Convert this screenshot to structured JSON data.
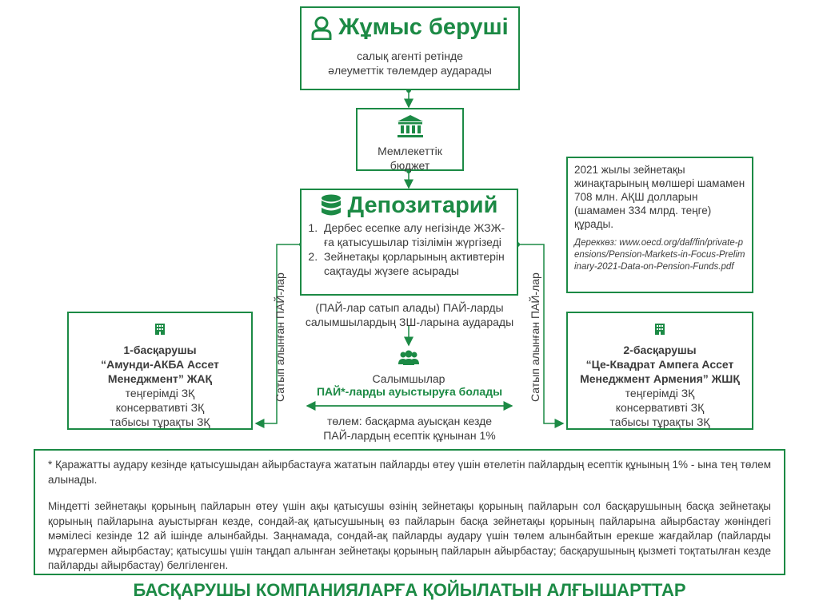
{
  "employer": {
    "title": "Жұмыс беруші",
    "line1": "салық агенті ретінде",
    "line2": "әлеуметтік төлемдер аударады"
  },
  "budget": {
    "line1": "Мемлекеттік",
    "line2": "бюджет"
  },
  "depository": {
    "title": "Депозитарий",
    "items": [
      "Дербес есепке алу негізінде ЖЗЖ-ға қатысушылар тізілімін жүргізеді",
      "Зейнетақы қорларының активтерін сақтауды жүзеге асырады"
    ]
  },
  "info": {
    "text": "2021 жылы зейнетақы жинақтарының мөлшері шамамен 708 млн. АҚШ долларын (шамамен 334 млрд. теңге) құрады.",
    "source": "Дереккөз: www.oecd.org/daf/fin/private-pensions/Pension-Markets-in-Focus-Preliminary-2021-Data-on-Pension-Funds.pdf"
  },
  "transfer": {
    "line1": "(ПАЙ-лар сатып алады) ПАЙ-ларды",
    "line2": "салымшылардың ЗШ-ларына аударады"
  },
  "side_label_left": "Сатып алынған ПАЙ-лар",
  "side_label_right": "Сатып алынған ПАЙ-лар",
  "investors": {
    "label": "Салымшылар",
    "switch": "ПАЙ*-ларды ауыстыруға болады",
    "fee1": "төлем: басқарма ауысқан кезде",
    "fee2": "ПАЙ-лардың есептік құнынан 1%"
  },
  "manager1": {
    "title1": "1-басқарушы",
    "title2": "“Амунди-АКБА Ассет",
    "title3": "Менеджмент” ЖАҚ",
    "fund1": "теңгерімді ЗҚ",
    "fund2": "консервативті ЗҚ",
    "fund3": "табысы тұрақты ЗҚ"
  },
  "manager2": {
    "title1": "2-басқарушы",
    "title2": "“Це-Квадрат Ампега Ассет",
    "title3": "Менеджмент Армения” ЖШҚ",
    "fund1": "теңгерімді ЗҚ",
    "fund2": "консервативті ЗҚ",
    "fund3": "табысы тұрақты ЗҚ"
  },
  "footnote": {
    "p1": "* Қаражатты аудару кезінде қатысушыдан айырбастауға жататын пайларды өтеу үшін өтелетін пайлардың есептік құнының 1% - ына тең төлем алынады.",
    "p2": "Міндетті зейнетақы қорының пайларын өтеу үшін ақы қатысушы өзінің зейнетақы қорының пайларын сол басқарушының басқа зейнетақы қорының пайларына ауыстырған кезде, сондай-ақ қатысушының өз пайларын басқа зейнетақы қорының пайларына айырбастау жөніндегі мәмілесі кезінде 12 ай ішінде алынбайды. Заңнамада, сондай-ақ  пайларды аудару үшін төлем алынбайтын ерекше жағдайлар (пайларды мұрагермен айырбастау; қатысушы үшін таңдап алынған зейнетақы қорының пайларын айырбастау; басқарушының қызметі тоқтатылған кезде пайларды айырбастау) белгіленген."
  },
  "bottom_title": "БАСҚАРУШЫ КОМПАНИЯЛАРҒА ҚОЙЫЛАТЫН АЛҒЫШАРТТАР",
  "colors": {
    "accent": "#1c8a45",
    "text": "#3b3b3b"
  }
}
